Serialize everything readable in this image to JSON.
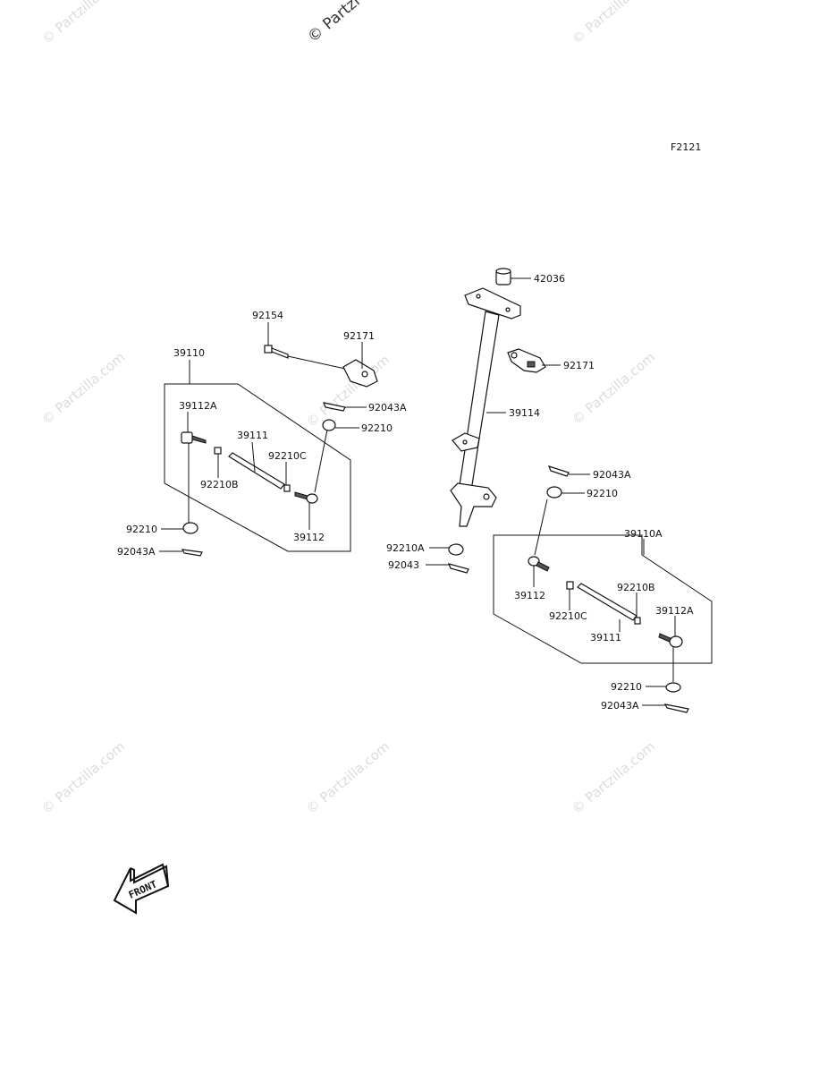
{
  "figure_code": "F2121",
  "watermark": "© Partzilla.com",
  "watermark_top": "© Partzi",
  "front_label": "FRONT",
  "labels": {
    "p42036": "42036",
    "p92171_right": "92171",
    "p39114": "39114",
    "p92154": "92154",
    "p92171_left": "92171",
    "p39110": "39110",
    "p92043A_mid": "92043A",
    "p92210_mid": "92210",
    "p39112A_left": "39112A",
    "p39111_left": "39111",
    "p92210C_left": "92210C",
    "p92210B_left": "92210B",
    "p92210_left": "92210",
    "p92043A_left": "92043A",
    "p39112_left": "39112",
    "p92043A_right": "92043A",
    "p92210_right": "92210",
    "p92210A": "92210A",
    "p92043": "92043",
    "p39110A": "39110A",
    "p39112_right": "39112",
    "p92210B_right": "92210B",
    "p92210C_right": "92210C",
    "p39112A_right": "39112A",
    "p39111_right": "39111",
    "p92210_bottom": "92210",
    "p92043A_bottom": "92043A"
  }
}
